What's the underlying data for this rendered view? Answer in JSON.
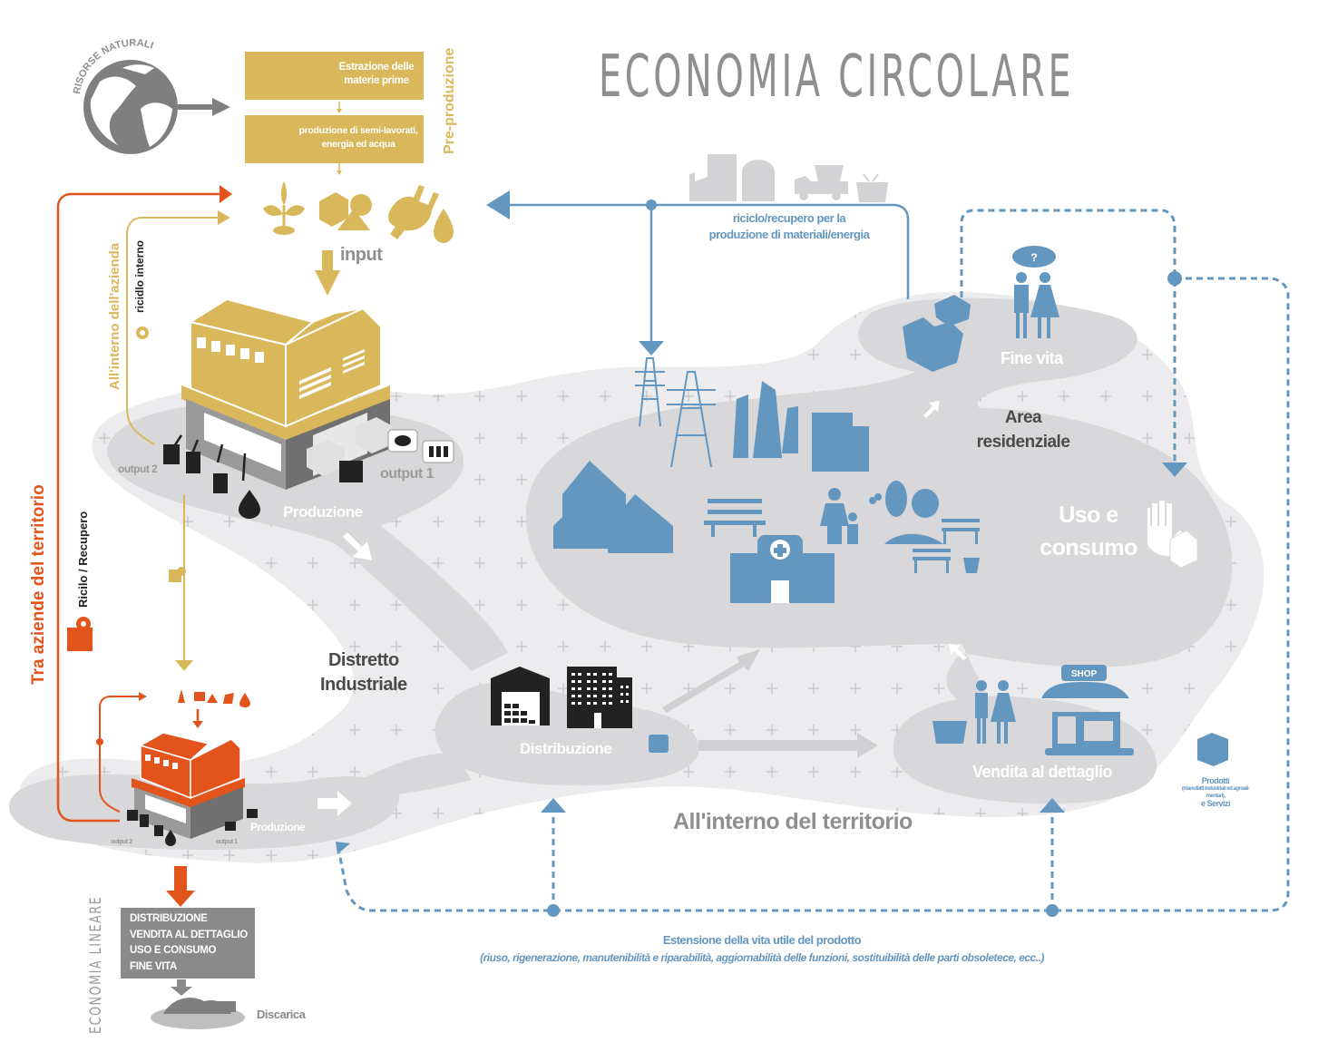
{
  "title": "ECONOMIA CIRCOLARE",
  "colors": {
    "gold": "#d9b85c",
    "orange": "#e2541b",
    "blue": "#6497bf",
    "grey_text": "#8f8f8f",
    "dark_text": "#4a4a4a",
    "zone_light": "#ececee",
    "zone_dark": "#d8d8da"
  },
  "pre_production": {
    "globe_label": "RISORSE NATURALI",
    "side_label": "Pre-produzione",
    "steps": [
      {
        "icon": "mining-extraction-icon",
        "label_line1": "Estrazione delle",
        "label_line2": "materie prime"
      },
      {
        "icon": "factory-gears-icon",
        "label_line1": "produzione di semi-lavorati,",
        "label_line2": "energia ed acqua"
      }
    ]
  },
  "inputs": {
    "label": "input",
    "icons": [
      "plant-wheat-icon",
      "materials-shapes-icon",
      "electric-plug-icon",
      "water-drop-icon"
    ]
  },
  "company_loop": {
    "label": "All'interno dell'azienda",
    "sublabel": "ricidlo interno"
  },
  "territory_loop": {
    "label": "Tra aziende del territorio",
    "sublabel": "Ricilo / Recupero"
  },
  "production_main": {
    "label": "Produzione",
    "output1": "output 1",
    "output2": "output 2"
  },
  "production_small": {
    "label": "Produzione",
    "output1": "output 1",
    "output2": "output 2"
  },
  "district": {
    "line1": "Distretto",
    "line2": "Industriale"
  },
  "distribution": {
    "label": "Distribuzione"
  },
  "territory_label": "All'interno del territorio",
  "residential": {
    "line1": "Area",
    "line2": "residenziale"
  },
  "use": {
    "line1": "Uso e",
    "line2": "consumo"
  },
  "end_of_life": {
    "label": "Fine vita",
    "speech": "?"
  },
  "retail": {
    "label": "Vendita al dettaglio",
    "shop_sign": "SHOP"
  },
  "products": {
    "line1": "Prodotti",
    "line2": "(manufatti industriali ed agroali-",
    "line3": "mentari),",
    "line4": "e Servizi"
  },
  "recycle": {
    "line1": "riciclo/recupero per la",
    "line2": "produzione di materiali/energia"
  },
  "extension": {
    "title": "Estensione della vita utile del prodotto",
    "subtitle": "(riuso, rigenerazione, manutenibilità e riparabilità, aggiornabilità delle funzioni, sostituibilità delle parti obsoletece, ecc..)"
  },
  "linear": {
    "side_label": "ECONOMIA LINEARE",
    "steps": [
      "DISTRIBUZIONE",
      "VENDITA AL DETTAGLIO",
      "USO E CONSUMO",
      "FINE VITA"
    ],
    "landfill": "Discarica"
  }
}
